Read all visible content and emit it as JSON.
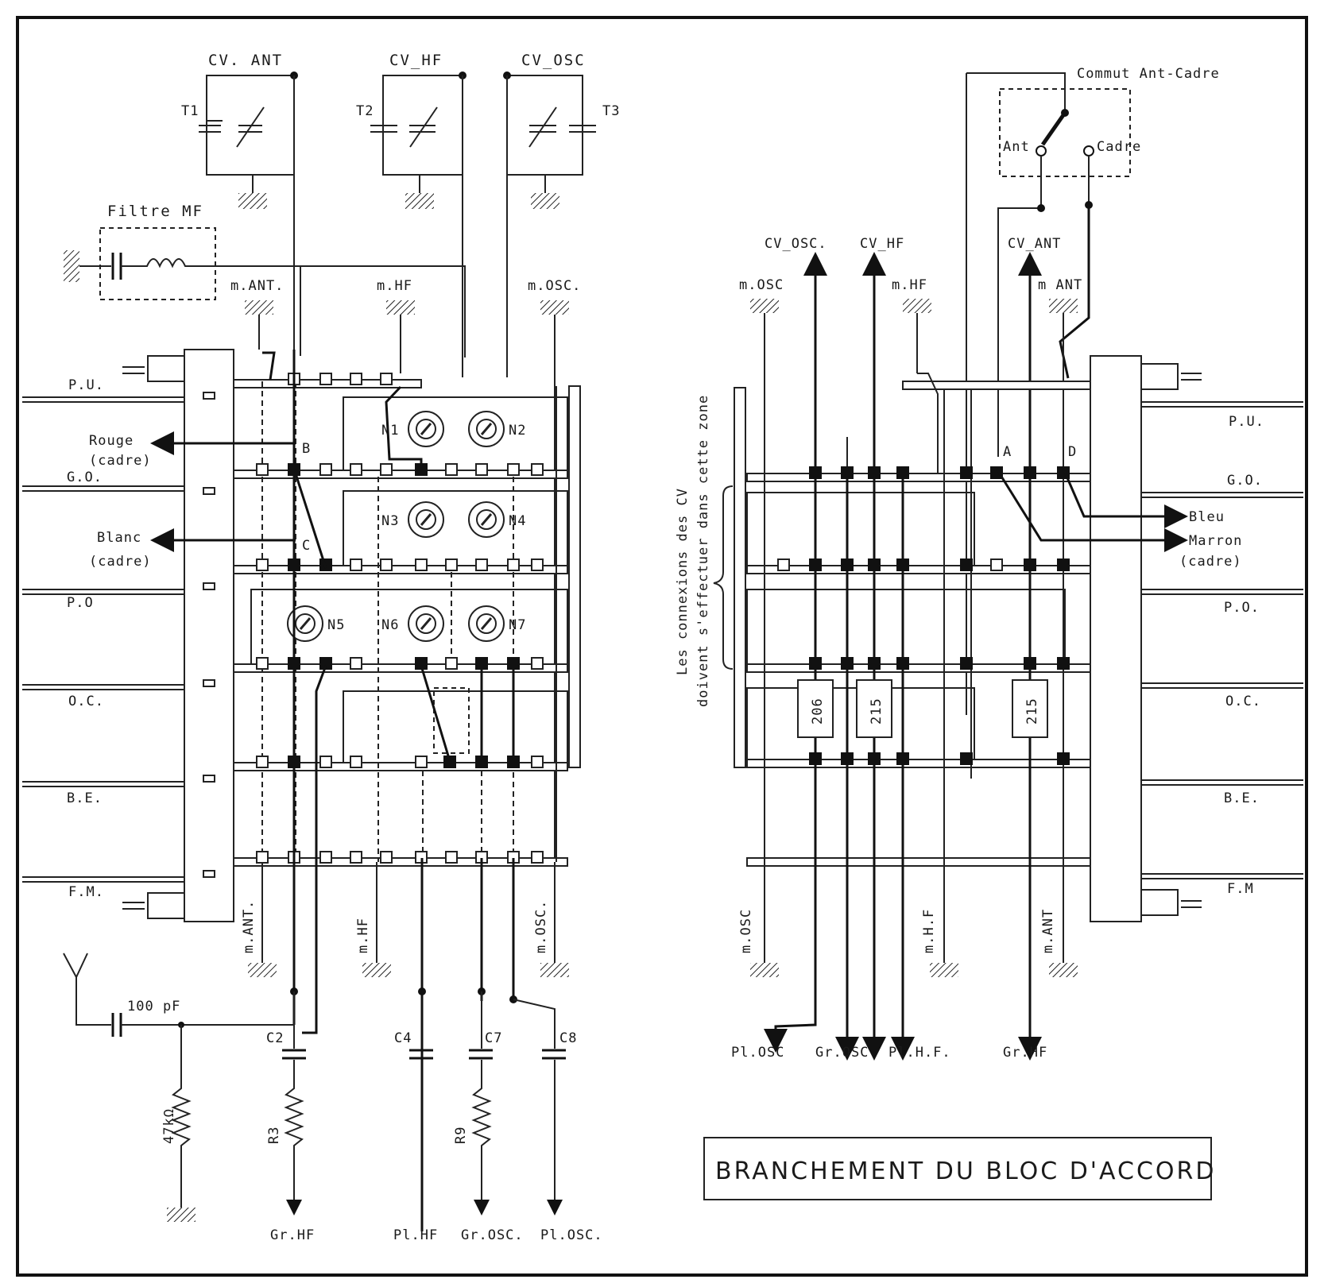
{
  "title": "BRANCHEMENT DU BLOC D'ACCORD",
  "left": {
    "capacitors": {
      "cv_ant": "CV. ANT",
      "cv_hf": "CV_HF",
      "cv_osc": "CV_OSC",
      "t1": "T1",
      "t2": "T2",
      "t3": "T3"
    },
    "filter_label": "Filtre MF",
    "masses_top": [
      "m.ANT.",
      "m.HF",
      "m.OSC."
    ],
    "bands": [
      "P.U.",
      "G.O.",
      "P.O",
      "O.C.",
      "B.E.",
      "F.M."
    ],
    "wires": {
      "rouge": "Rouge",
      "rouge_sub": "(cadre)",
      "blanc": "Blanc",
      "blanc_sub": "(cadre)"
    },
    "points": [
      "B",
      "C"
    ],
    "trimmers": [
      "N1",
      "N2",
      "N3",
      "N4",
      "N5",
      "N6",
      "N7"
    ],
    "masses_bottom": [
      "m.ANT.",
      "m.HF",
      "m.OSC."
    ],
    "antenna_cap": "100 pF",
    "resistor_47k": "47kΩ",
    "caps_bottom": [
      "C2",
      "C4",
      "C7",
      "C8"
    ],
    "resistors_bottom": [
      "R3",
      "R9"
    ],
    "outputs": [
      "Gr.HF",
      "Pl.HF",
      "Gr.OSC.",
      "Pl.OSC."
    ]
  },
  "right": {
    "switch_title": "Commut Ant-Cadre",
    "switch_ant": "Ant",
    "switch_cadre": "Cadre",
    "cv_labels": [
      "CV_OSC.",
      "CV_HF",
      "CV_ANT"
    ],
    "masses_top": [
      "m.OSC",
      "m.HF",
      "m ANT"
    ],
    "vertical_note_1": "Les connexions des CV",
    "vertical_note_2": "doivent s'effectuer dans cette zone",
    "bands": [
      "P.U.",
      "G.O.",
      "P.O.",
      "O.C.",
      "B.E.",
      "F.M"
    ],
    "points": [
      "A",
      "D"
    ],
    "wires": {
      "bleu": "Bleu",
      "marron": "Marron",
      "marron_sub": "(cadre)"
    },
    "resistors": [
      "206",
      "215",
      "215"
    ],
    "masses_bottom": [
      "m.OSC",
      "m.H.F",
      "m.ANT"
    ],
    "outputs": [
      "Pl.OSC",
      "Gr.OSC",
      "Pl.H.F.",
      "Gr.HF"
    ]
  }
}
